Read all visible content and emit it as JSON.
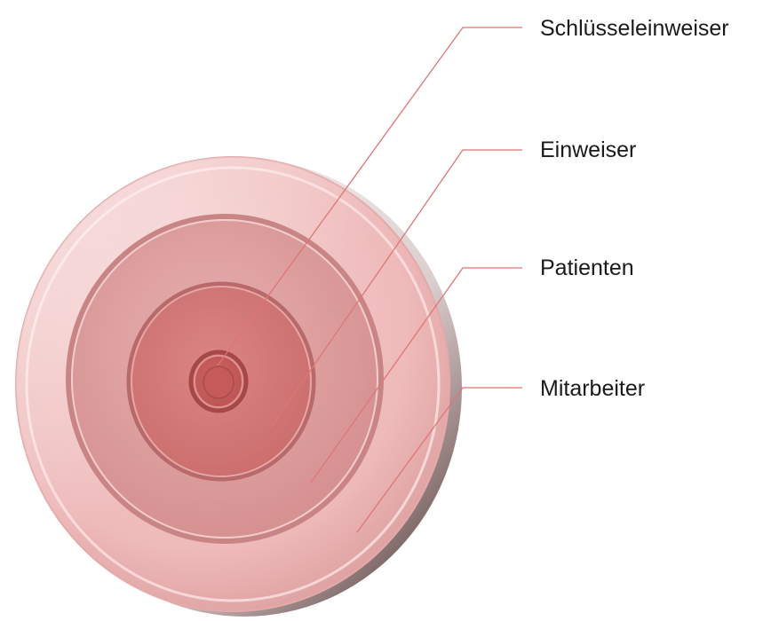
{
  "diagram": {
    "colors": {
      "outer": "#f1c3c3",
      "second": "#dea0a0",
      "third": "#d27676",
      "core": "#c65a5a",
      "leader": "#e07272",
      "rim": "#b88080"
    },
    "rings": [
      {
        "label": "Schlüsseleinweiser"
      },
      {
        "label": "Einweiser"
      },
      {
        "label": "Patienten"
      },
      {
        "label": "Mitarbeiter"
      }
    ]
  }
}
